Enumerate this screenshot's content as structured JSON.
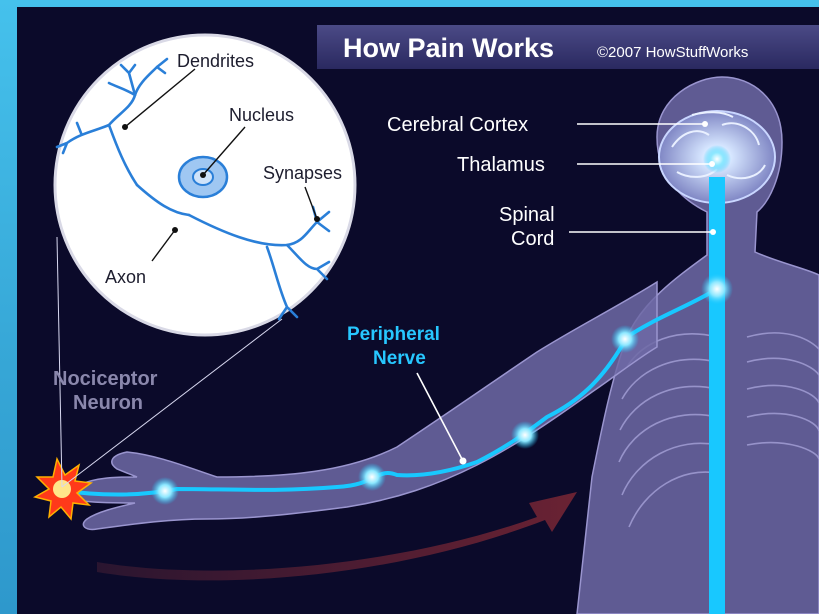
{
  "title": "How Pain Works",
  "copyright": "©2007 HowStuffWorks",
  "labels": {
    "cerebral_cortex": "Cerebral Cortex",
    "thalamus": "Thalamus",
    "spinal_line1": "Spinal",
    "spinal_line2": "Cord",
    "peripheral_line1": "Peripheral",
    "peripheral_line2": "Nerve",
    "nociceptor_line1": "Nociceptor",
    "nociceptor_line2": "Neuron"
  },
  "neuron_inset": {
    "dendrites": "Dendrites",
    "nucleus": "Nucleus",
    "synapses": "Synapses",
    "axon": "Axon"
  },
  "colors": {
    "background": "#0b0a2a",
    "body": "#6f6aa6",
    "nerve": "#18c8ff",
    "arrow": "#5a1f2d",
    "pain_burst": "#ff3a1a"
  }
}
